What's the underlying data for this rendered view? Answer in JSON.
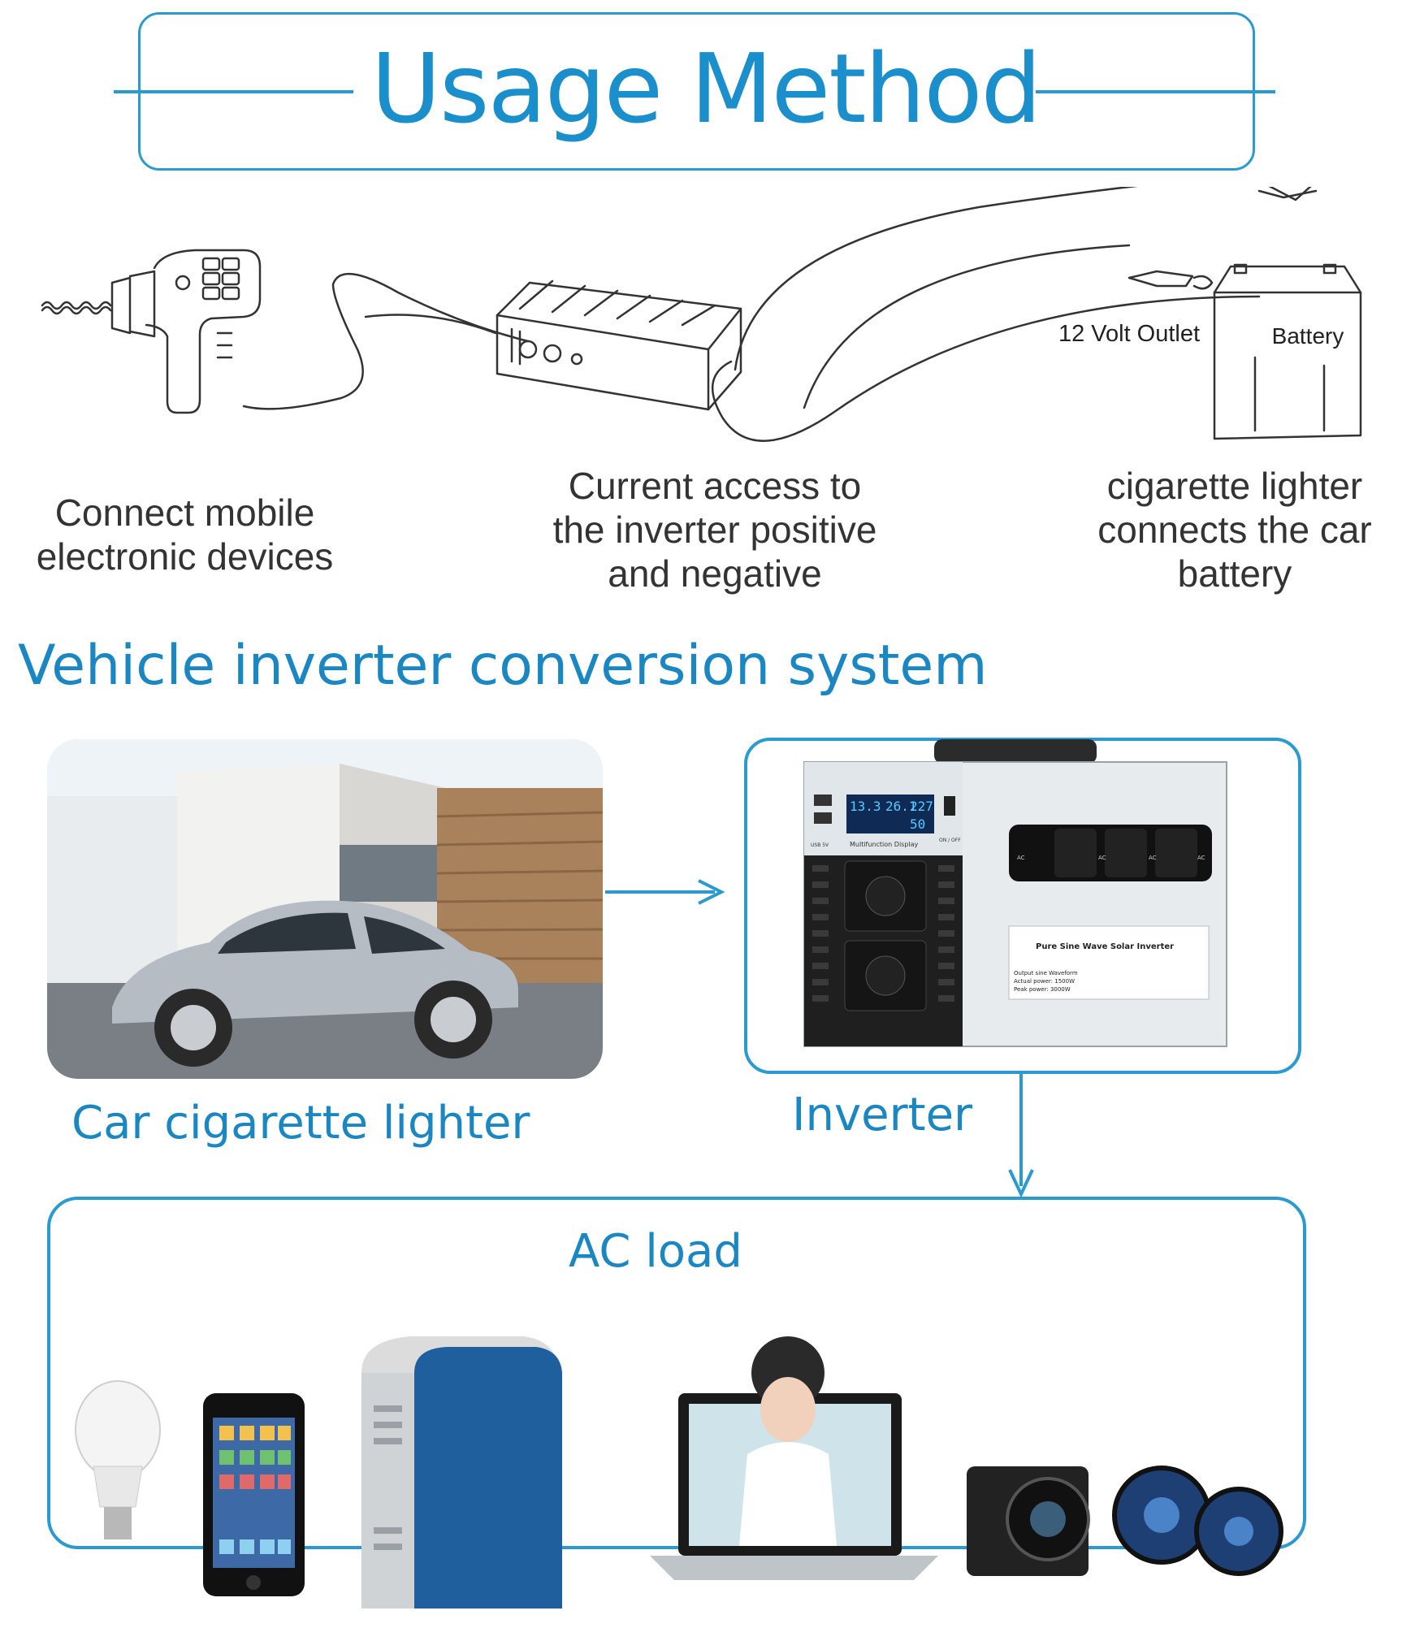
{
  "header": {
    "title": "Usage Method"
  },
  "sketch": {
    "outlet_label": "12 Volt Outlet",
    "battery_label": "Battery",
    "captions": [
      [
        "Connect mobile",
        "electronic devices"
      ],
      [
        "Current access to",
        "the inverter positive",
        "and negative"
      ],
      [
        "cigarette lighter",
        "connects the car",
        "battery"
      ]
    ]
  },
  "system": {
    "title": "Vehicle inverter conversion system",
    "car_label": "Car cigarette lighter",
    "inverter_label": "Inverter",
    "load_label": "AC load"
  },
  "inverter_panel": {
    "display_digits": [
      "13.3",
      "26.1",
      "227",
      "50"
    ],
    "display_label": "Multifunction Display",
    "usb_label": "USB 5V",
    "switch_label": "ON / OFF",
    "ac_labels": [
      "AC",
      "AC",
      "AC",
      "AC"
    ],
    "sticker_title": "Pure Sine Wave Solar Inverter",
    "sticker_lines": [
      "Output sine Waveform",
      "Actual power: 1500W",
      "Peak  power: 3000W"
    ]
  },
  "colors": {
    "accent": "#1a86c2",
    "frame": "#2a9ad0",
    "sketch": "#333333"
  }
}
